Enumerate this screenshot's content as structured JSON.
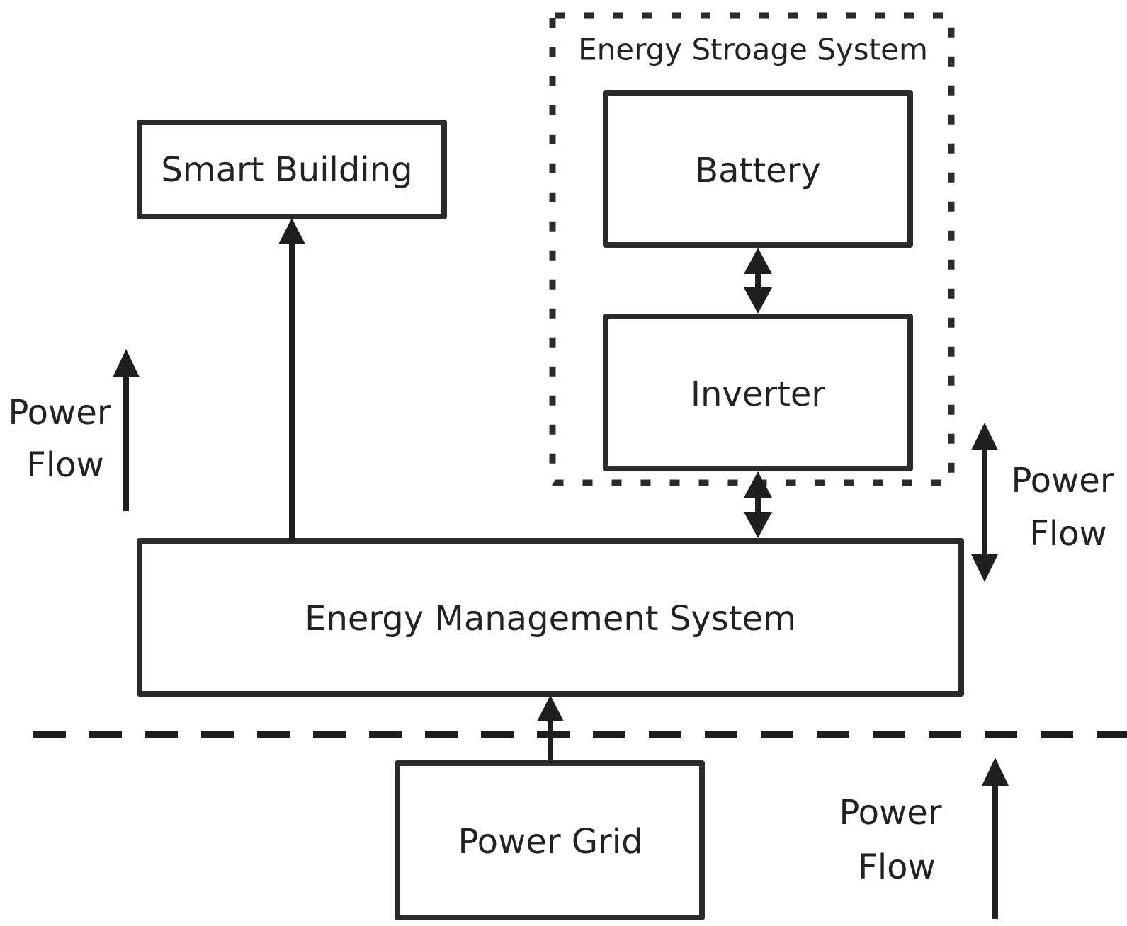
{
  "diagram": {
    "ess_group": {
      "title": "Energy Stroage System"
    },
    "nodes": {
      "smart_building": "Smart Building",
      "battery": "Battery",
      "inverter": "Inverter",
      "ems": "Energy Management System",
      "power_grid": "Power Grid"
    },
    "flow_labels": {
      "left": {
        "line1": "Power",
        "line2": "Flow"
      },
      "right": {
        "line1": "Power",
        "line2": "Flow"
      },
      "bottom": {
        "line1": "Power",
        "line2": "Flow"
      }
    },
    "colors": {
      "stroke": "#2b2b2b",
      "text": "#222222",
      "background": "#ffffff"
    }
  }
}
